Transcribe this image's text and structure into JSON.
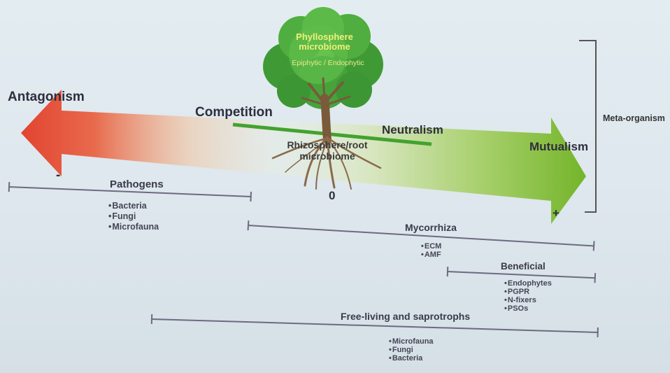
{
  "axis": {
    "antagonism": "Antagonism",
    "competition": "Competition",
    "neutralism": "Neutralism",
    "mutualism": "Mutualism",
    "minus": "-",
    "zero": "0",
    "plus": "+"
  },
  "tree": {
    "phyllo_line1": "Phyllosphere",
    "phyllo_line2": "microbiome",
    "phyllo_sub": "Epiphytic / Endophytic",
    "rhizo_line1": "Rhizosphere/root",
    "rhizo_line2": "microbiome"
  },
  "meta_organism": "Meta-organism",
  "groups": {
    "pathogens": {
      "title": "Pathogens",
      "items": [
        "Bacteria",
        "Fungi",
        "Microfauna"
      ]
    },
    "mycorrhiza": {
      "title": "Mycorrhiza",
      "items": [
        "ECM",
        "AMF"
      ]
    },
    "beneficial": {
      "title": "Beneficial",
      "items": [
        "Endophytes",
        "PGPR",
        "N-fixers",
        "PSOs"
      ]
    },
    "free_living": {
      "title": "Free-living and saprotrophs",
      "items": [
        "Microfauna",
        "Fungi",
        "Bacteria"
      ]
    }
  },
  "colors": {
    "antagonism": "#e24a36",
    "mutualism": "#7dbb2e",
    "bar": "#43a22e",
    "range_line": "#6e6a80"
  }
}
